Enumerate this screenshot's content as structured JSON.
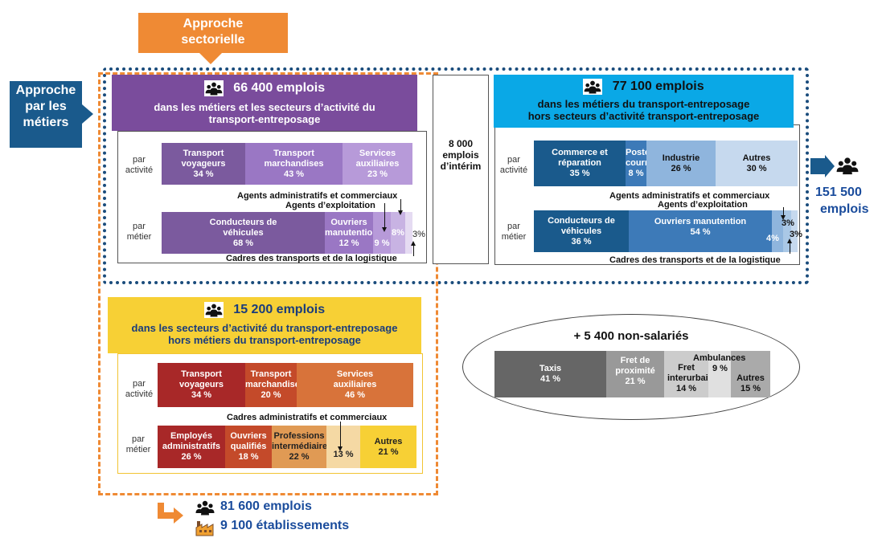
{
  "approach_sector": "Approche sectorielle",
  "approach_trades": "Approche par les métiers",
  "box_purple": {
    "count": "66 400 emplois",
    "desc": "dans les métiers et les secteurs d’activité du transport-entreposage",
    "row1_label": "par activité",
    "row1": [
      {
        "name": "Transport voyageurs",
        "pct": "34 %"
      },
      {
        "name": "Transport marchandises",
        "pct": "43 %"
      },
      {
        "name": "Services auxiliaires",
        "pct": "23 %"
      }
    ],
    "note_admin": "Agents administratifs et commerciaux",
    "note_exploit": "Agents d’exploitation",
    "row2_label": "par métier",
    "row2": [
      {
        "name": "Conducteurs de véhicules",
        "pct": "68 %"
      },
      {
        "name": "Ouvriers manutention",
        "pct": "12 %"
      },
      {
        "name": "",
        "pct": "9 %"
      },
      {
        "name": "",
        "pct": "8%"
      },
      {
        "name": "",
        "pct": "3%"
      }
    ],
    "note_cadres": "Cadres des transports et de la logistique",
    "colors": [
      "#7b5a9e",
      "#9a77c4",
      "#b79ad9",
      "#c8b3e3",
      "#e5dbf2"
    ]
  },
  "interim": "8 000 emplois d’intérim",
  "box_blue": {
    "count": "77 100 emplois",
    "desc1": "dans les métiers du transport-entreposage",
    "desc2": "hors secteurs d’activité  transport-entreposage",
    "row1_label": "par activité",
    "row1": [
      {
        "name": "Commerce et réparation",
        "pct": "35 %"
      },
      {
        "name": "Poste courrier",
        "pct": "8 %"
      },
      {
        "name": "Industrie",
        "pct": "26 %"
      },
      {
        "name": "Autres",
        "pct": "30 %"
      }
    ],
    "note_admin": "Agents administratifs et commerciaux",
    "note_exploit": "Agents d’exploitation",
    "row2_label": "par métier",
    "row2": [
      {
        "name": "Conducteurs de véhicules",
        "pct": "36 %"
      },
      {
        "name": "Ouvriers  manutention",
        "pct": "54 %"
      },
      {
        "name": "",
        "pct": "4%"
      },
      {
        "name": "",
        "pct": "3%"
      },
      {
        "name": "",
        "pct": "3%"
      }
    ],
    "note_cadres": "Cadres des transports et de la logistique",
    "colors": [
      "#1a5a8c",
      "#3d7ab8",
      "#8fb5dd",
      "#c6d9ee"
    ]
  },
  "total": {
    "value": "151 500",
    "unit": "emplois"
  },
  "box_yellow": {
    "count": "15 200 emplois",
    "desc1": "dans les secteurs d’activité du transport-entreposage",
    "desc2": "hors métiers du transport-entreposage",
    "row1_label": "par activité",
    "row1": [
      {
        "name": "Transport voyageurs",
        "pct": "34 %"
      },
      {
        "name": "Transport marchandises",
        "pct": "20 %"
      },
      {
        "name": "Services auxiliaires",
        "pct": "46 %"
      }
    ],
    "note_cadres": "Cadres administratifs et commerciaux",
    "row2_label": "par métier",
    "row2": [
      {
        "name": "Employés administratifs",
        "pct": "26 %"
      },
      {
        "name": "Ouvriers qualifiés",
        "pct": "18 %"
      },
      {
        "name": "Professions intermédiaires",
        "pct": "22 %"
      },
      {
        "name": "",
        "pct": "13 %"
      },
      {
        "name": "Autres",
        "pct": "21 %"
      }
    ]
  },
  "nonsal": {
    "title": "+ 5 400 non-salariés",
    "items": [
      {
        "name": "Taxis",
        "pct": "41 %"
      },
      {
        "name": "Fret de proximité",
        "pct": "21 %"
      },
      {
        "name": "Fret interurbain",
        "pct": "14 %"
      },
      {
        "name": "Ambulances",
        "pct": "9 %"
      },
      {
        "name": "Autres",
        "pct": "15 %"
      }
    ]
  },
  "footer": {
    "emplois": "81 600 emplois",
    "etabl": "9 100 établissements"
  }
}
